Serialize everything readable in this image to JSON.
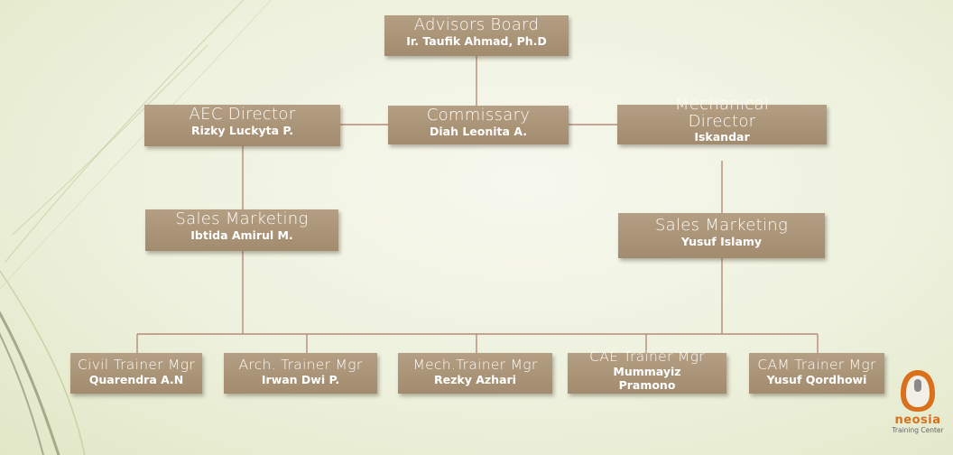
{
  "nodes": {
    "advisors": {
      "role": "Advisors Board",
      "name": "Ir. Taufik Ahmad, Ph.D"
    },
    "commissary": {
      "role": "Commissary",
      "name": "Diah Leonita A."
    },
    "aec_director": {
      "role": "AEC Director",
      "name": "Rizky Luckyta P."
    },
    "mech_director": {
      "role_line1": "Mechanical",
      "role_line2": "Director",
      "name": "Iskandar"
    },
    "sales_left": {
      "role": "Sales Marketing",
      "name": "Ibtida Amirul M."
    },
    "sales_right": {
      "role": "Sales Marketing",
      "name": "Yusuf Islamy"
    },
    "civil": {
      "role": "Civil Trainer Mgr",
      "name": "Quarendra A.N"
    },
    "arch": {
      "role": "Arch. Trainer Mgr",
      "name": "Irwan Dwi P."
    },
    "mech_trainer": {
      "role": "Mech.Trainer Mgr",
      "name": "Rezky Azhari"
    },
    "cae": {
      "role": "CAE Trainer Mgr",
      "name_line1": "Mummayiz",
      "name_line2": "Pramono"
    },
    "cam": {
      "role": "CAM Trainer Mgr",
      "name": "Yusuf Qordhowi"
    }
  },
  "logo": {
    "name": "neosia",
    "subtitle": "Training Center"
  },
  "colors": {
    "box": "#a89276",
    "connector": "#b78a78",
    "background": "#eef1dd",
    "logo_accent": "#d8701c"
  }
}
